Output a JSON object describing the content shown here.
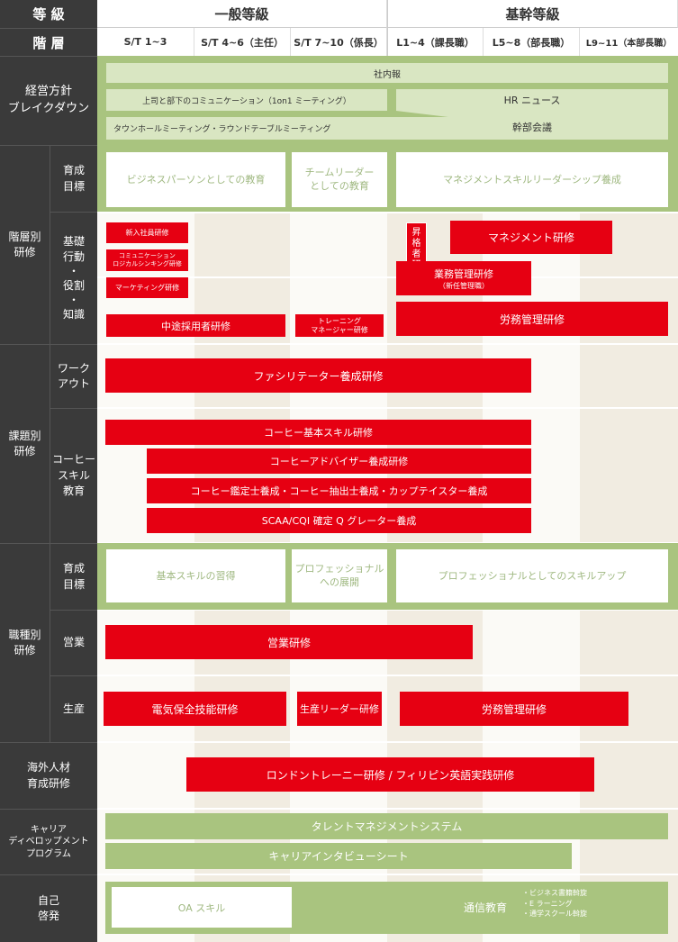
{
  "header": {
    "grade_label": "等 級",
    "general_grade": "一般等級",
    "core_grade": "基幹等級",
    "level_label": "階 層",
    "levels": [
      "S/T 1~3",
      "S/T 4~6（主任）",
      "S/T 7~10（係長）",
      "L1~4（課長職）",
      "L5~8（部長職）",
      "L9~11（本部長職）"
    ]
  },
  "breakdown": {
    "label": "経営方針\nブレイクダウン",
    "internal_news": "社内報",
    "one_on_one": "上司と部下のコミュニケーション（1on1 ミーティング）",
    "hr_news": "HR ニュース",
    "townhall": "タウンホールミーティング・ラウンドテーブルミーティング",
    "exec_meeting": "幹部会議"
  },
  "tiered": {
    "label": "階層別\n研修",
    "goal_label": "育成\n目標",
    "goal_business": "ビジネスパーソンとしての教育",
    "goal_team_leader": "チームリーダー\nとしての教育",
    "goal_management": "マネジメントスキルリーダーシップ養成",
    "basic_label": "基礎\n行動\n・\n役割\n・\n知識",
    "new_employee": "新入社員研修",
    "communication": "コミュニケーション\nロジカルシンキング研修",
    "marketing": "マーケティング研修",
    "midcareer": "中途採用者研修",
    "trainer_manager": "トレーニング\nマネージャー研修",
    "promotion": "昇\n格\n者\n研\n修",
    "management": "マネジメント研修",
    "operations_mgmt": "業務管理研修",
    "operations_mgmt_sub": "（新任管理職）",
    "labor_mgmt": "労務管理研修"
  },
  "issue": {
    "label": "課題別\n研修",
    "workout_label": "ワーク\nアウト",
    "facilitator": "ファシリテーター養成研修",
    "coffee_label": "コーヒー\nスキル\n教育",
    "coffee_basic": "コーヒー基本スキル研修",
    "coffee_advisor": "コーヒーアドバイザー養成研修",
    "coffee_judge": "コーヒー鑑定士養成・コーヒー抽出士養成・カップテイスター養成",
    "scaa": "SCAA/CQI 確定 Q グレーター養成"
  },
  "job": {
    "label": "職種別\n研修",
    "goal_label": "育成\n目標",
    "goal_basic": "基本スキルの習得",
    "goal_professional": "プロフェッショナル\nへの展開",
    "goal_skillup": "プロフェッショナルとしてのスキルアップ",
    "sales_label": "営業",
    "sales_training": "営業研修",
    "production_label": "生産",
    "electrical": "電気保全技能研修",
    "production_leader": "生産リーダー研修",
    "labor_mgmt": "労務管理研修"
  },
  "overseas": {
    "label": "海外人材\n育成研修",
    "training": "ロンドントレーニー研修 / フィリピン英語実践研修"
  },
  "career": {
    "label": "キャリア\nディベロップメント\nプログラム",
    "talent": "タレントマネジメントシステム",
    "interview": "キャリアインタビューシート"
  },
  "self": {
    "label": "自己\n啓発",
    "oa": "OA スキル",
    "correspondence": "通信教育",
    "support_items": "・ビジネス書籍斡旋\n・E ラーニング\n・通学スクール斡旋"
  }
}
